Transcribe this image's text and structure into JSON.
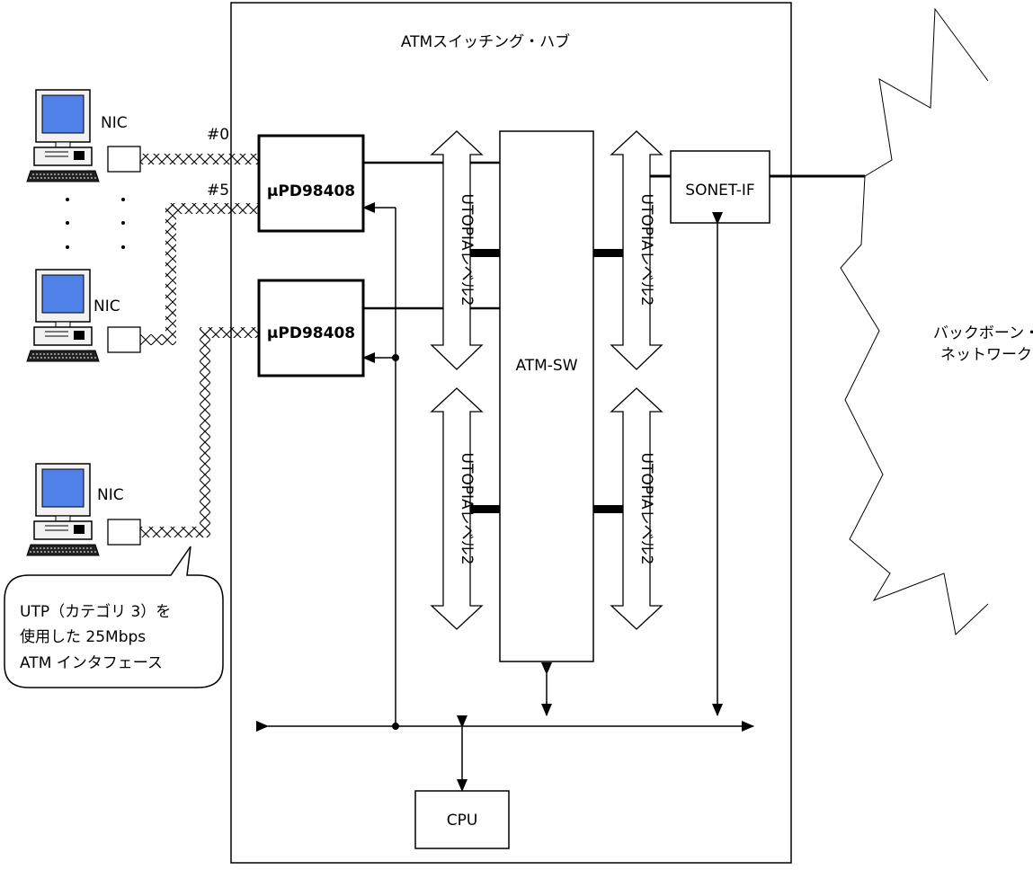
{
  "hub": {
    "title": "ATMスイッチング・ハブ"
  },
  "chips": {
    "pd_top": "µPD98408",
    "pd_bottom": "µPD98408"
  },
  "ports": {
    "first": "#0",
    "last": "#5"
  },
  "nic": {
    "label": "NIC"
  },
  "switch": {
    "label": "ATM-SW"
  },
  "sonet": {
    "label": "SONET-IF"
  },
  "cpu": {
    "label": "CPU"
  },
  "utopia": {
    "label": "UTOPIAレベル2"
  },
  "backbone": {
    "line1": "バックボーン・",
    "line2": "ネットワーク"
  },
  "callout": {
    "line1": "UTP（カテゴリ 3）を",
    "line2": "使用した 25Mbps",
    "line3": "ATM インタフェース"
  },
  "colors": {
    "screen": "#4f81e8",
    "line": "#000000",
    "background": "#ffffff"
  }
}
